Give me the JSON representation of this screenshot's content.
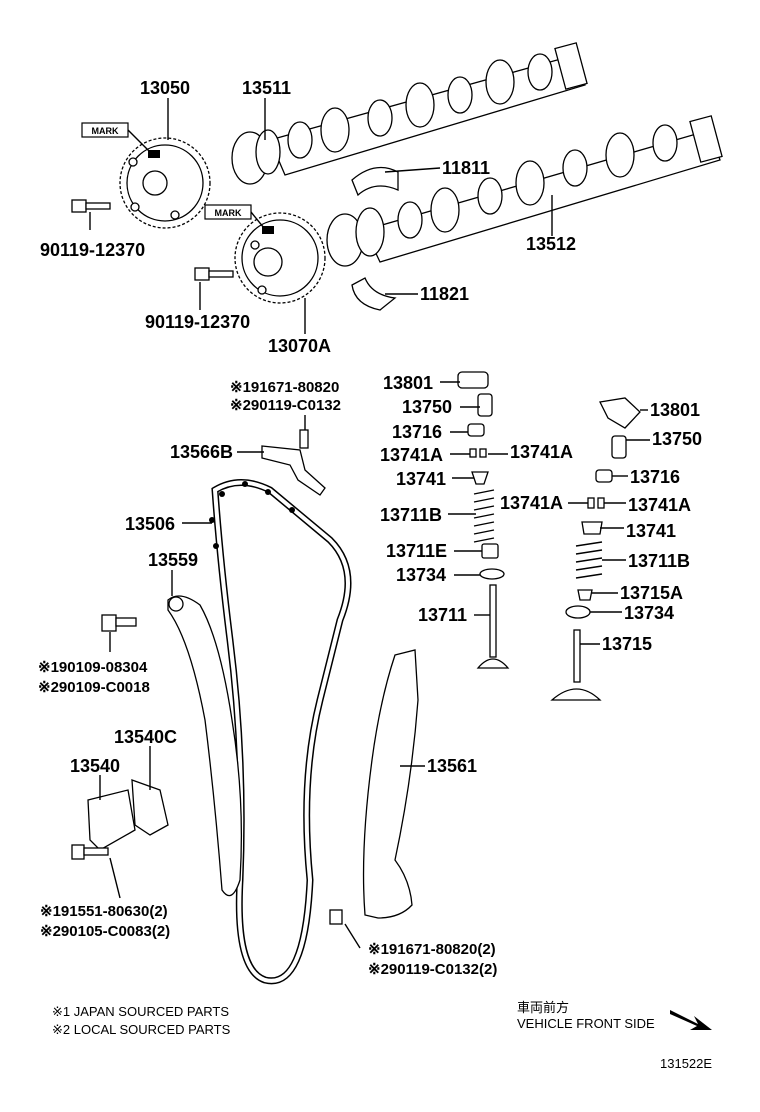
{
  "parts": {
    "p13050": "13050",
    "p13511": "13511",
    "p11811": "11811",
    "p13512": "13512",
    "p90119a": "90119-12370",
    "p90119b": "90119-12370",
    "p13070A": "13070A",
    "p11821": "11821",
    "p13801a": "13801",
    "p13750a": "13750",
    "p13716a": "13716",
    "p13741Aa": "13741A",
    "p13741Ab": "13741A",
    "p13741a": "13741",
    "p13711B_a": "13711B",
    "p13711E": "13711E",
    "p13734a": "13734",
    "p13711": "13711",
    "p13801b": "13801",
    "p13750b": "13750",
    "p13716b": "13716",
    "p13741Ac": "13741A",
    "p13741Ad": "13741A",
    "p13741b": "13741",
    "p13711B_b": "13711B",
    "p13715A": "13715A",
    "p13734b": "13734",
    "p13715": "13715",
    "p13566B": "13566B",
    "p13506": "13506",
    "p13559": "13559",
    "p13540C": "13540C",
    "p13540": "13540",
    "p13561": "13561"
  },
  "notes": {
    "n1a": "※191671-80820",
    "n1b": "※290119-C0132",
    "n2a": "※190109-08304",
    "n2b": "※290109-C0018",
    "n3a": "※191551-80630(2)",
    "n3b": "※290105-C0083(2)",
    "n4a": "※191671-80820(2)",
    "n4b": "※290119-C0132(2)"
  },
  "marks": {
    "m1": "MARK",
    "m2": "MARK"
  },
  "footer": {
    "legend1": "※1 JAPAN SOURCED PARTS",
    "legend2": "※2 LOCAL SOURCED PARTS",
    "front_jp": "車両前方",
    "front_en": "VEHICLE FRONT SIDE",
    "figure_id": "131522E"
  }
}
